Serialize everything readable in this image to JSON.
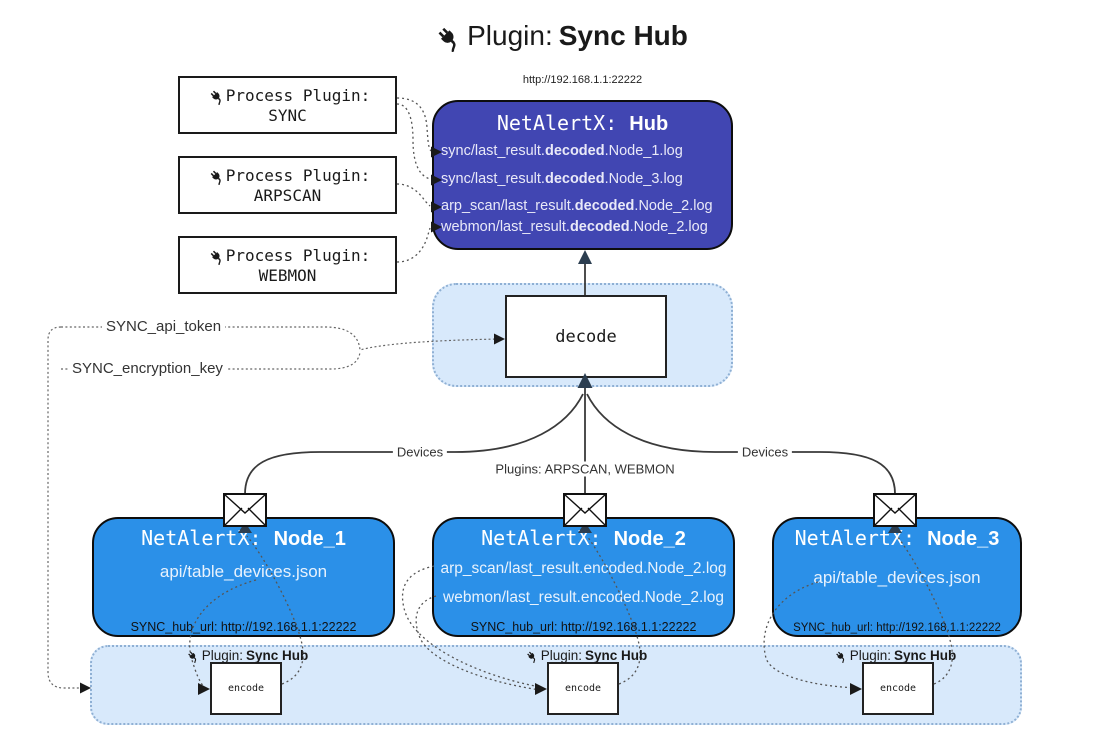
{
  "title": {
    "pre": "Plugin: ",
    "bold": "Sync Hub"
  },
  "hub": {
    "url": "http://192.168.1.1:22222",
    "title_mono": "NetAlertX: ",
    "title_bold": "Hub",
    "rows": [
      {
        "pre": "sync/last_result.",
        "bold": "decoded",
        "post": ".Node_1.log"
      },
      {
        "pre": "sync/last_result.",
        "bold": "decoded",
        "post": ".Node_3.log"
      },
      {
        "pre": "arp_scan/last_result.",
        "bold": "decoded",
        "post": ".Node_2.log"
      },
      {
        "pre": "webmon/last_result.",
        "bold": "decoded",
        "post": ".Node_2.log"
      }
    ]
  },
  "process_plugins": [
    {
      "line1": "Process Plugin:",
      "name": "SYNC"
    },
    {
      "line1": "Process Plugin:",
      "name": "ARPSCAN"
    },
    {
      "line1": "Process Plugin:",
      "name": "WEBMON"
    }
  ],
  "decode_label": "decode",
  "encode_label": "encode",
  "config": {
    "api_token": "SYNC_api_token",
    "encryption_key": "SYNC_encryption_key"
  },
  "edges": {
    "devices_left": "Devices",
    "devices_right": "Devices",
    "plugins": "Plugins: ARPSCAN, WEBMON"
  },
  "nodes": [
    {
      "title_mono": "NetAlertX: ",
      "title_bold": "Node_1",
      "files": [
        "api/table_devices.json"
      ],
      "hub_url": "SYNC_hub_url: http://192.168.1.1:22222"
    },
    {
      "title_mono": "NetAlertX: ",
      "title_bold": "Node_2",
      "files": [
        "arp_scan/last_result.encoded.Node_2.log",
        "webmon/last_result.encoded.Node_2.log"
      ],
      "hub_url": "SYNC_hub_url: http://192.168.1.1:22222"
    },
    {
      "title_mono": "NetAlertX: ",
      "title_bold": "Node_3",
      "files": [
        "api/table_devices.json"
      ],
      "hub_url": "SYNC_hub_url: http://192.168.1.1:22222"
    }
  ],
  "sync_plugin_badge": {
    "pre": "Plugin: ",
    "bold": "Sync Hub"
  },
  "colors": {
    "ink": "#1a1a1a",
    "hub": "#4146b2",
    "hub_text": "#e9e9f8",
    "node": "#2b90e8",
    "node_text": "#e8f2fd",
    "panel": "#d8e9fb",
    "panel_border": "#8fb0d4",
    "line": "#3a3a3a",
    "arrow": "#2c3e50"
  }
}
